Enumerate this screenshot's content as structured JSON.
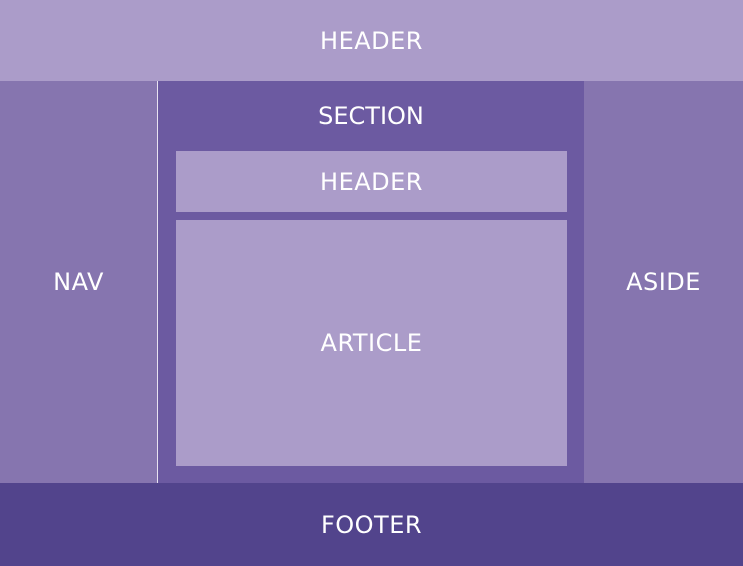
{
  "colors": {
    "light": "#ab9cc9",
    "medium": "#8675af",
    "section": "#6c5aa1",
    "dark": "#52448c",
    "text": "#ffffff",
    "divider": "#e8e2f1"
  },
  "blocks": {
    "header": "HEADER",
    "nav": "NAV",
    "section": "SECTION",
    "section_header": "HEADER",
    "article": "ARTICLE",
    "aside": "ASIDE",
    "footer": "FOOTER"
  }
}
